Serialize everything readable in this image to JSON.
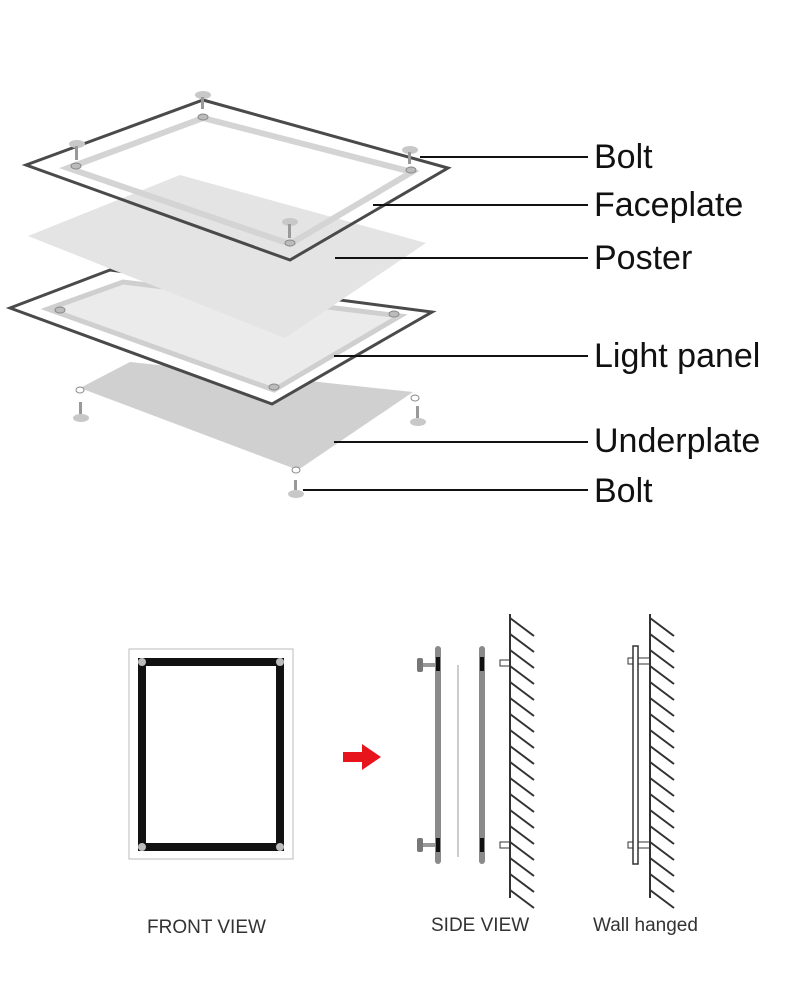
{
  "exploded_view": {
    "labels": [
      {
        "id": "bolt-top",
        "text": "Bolt"
      },
      {
        "id": "faceplate",
        "text": "Faceplate"
      },
      {
        "id": "poster",
        "text": "Poster"
      },
      {
        "id": "light-panel",
        "text": "Light panel"
      },
      {
        "id": "underplate",
        "text": "Underplate"
      },
      {
        "id": "bolt-bottom",
        "text": "Bolt"
      }
    ]
  },
  "views": {
    "front_caption": "FRONT VIEW",
    "side_caption": "SIDE VIEW",
    "wall_caption": "Wall hanged"
  },
  "colors": {
    "frame": "#4a4a4a",
    "plate_gray": "#d6d6d6",
    "poster_gray": "#e6e6e6",
    "arrow": "#e8141c",
    "bar": "#8a8a8a",
    "black": "#111111"
  }
}
